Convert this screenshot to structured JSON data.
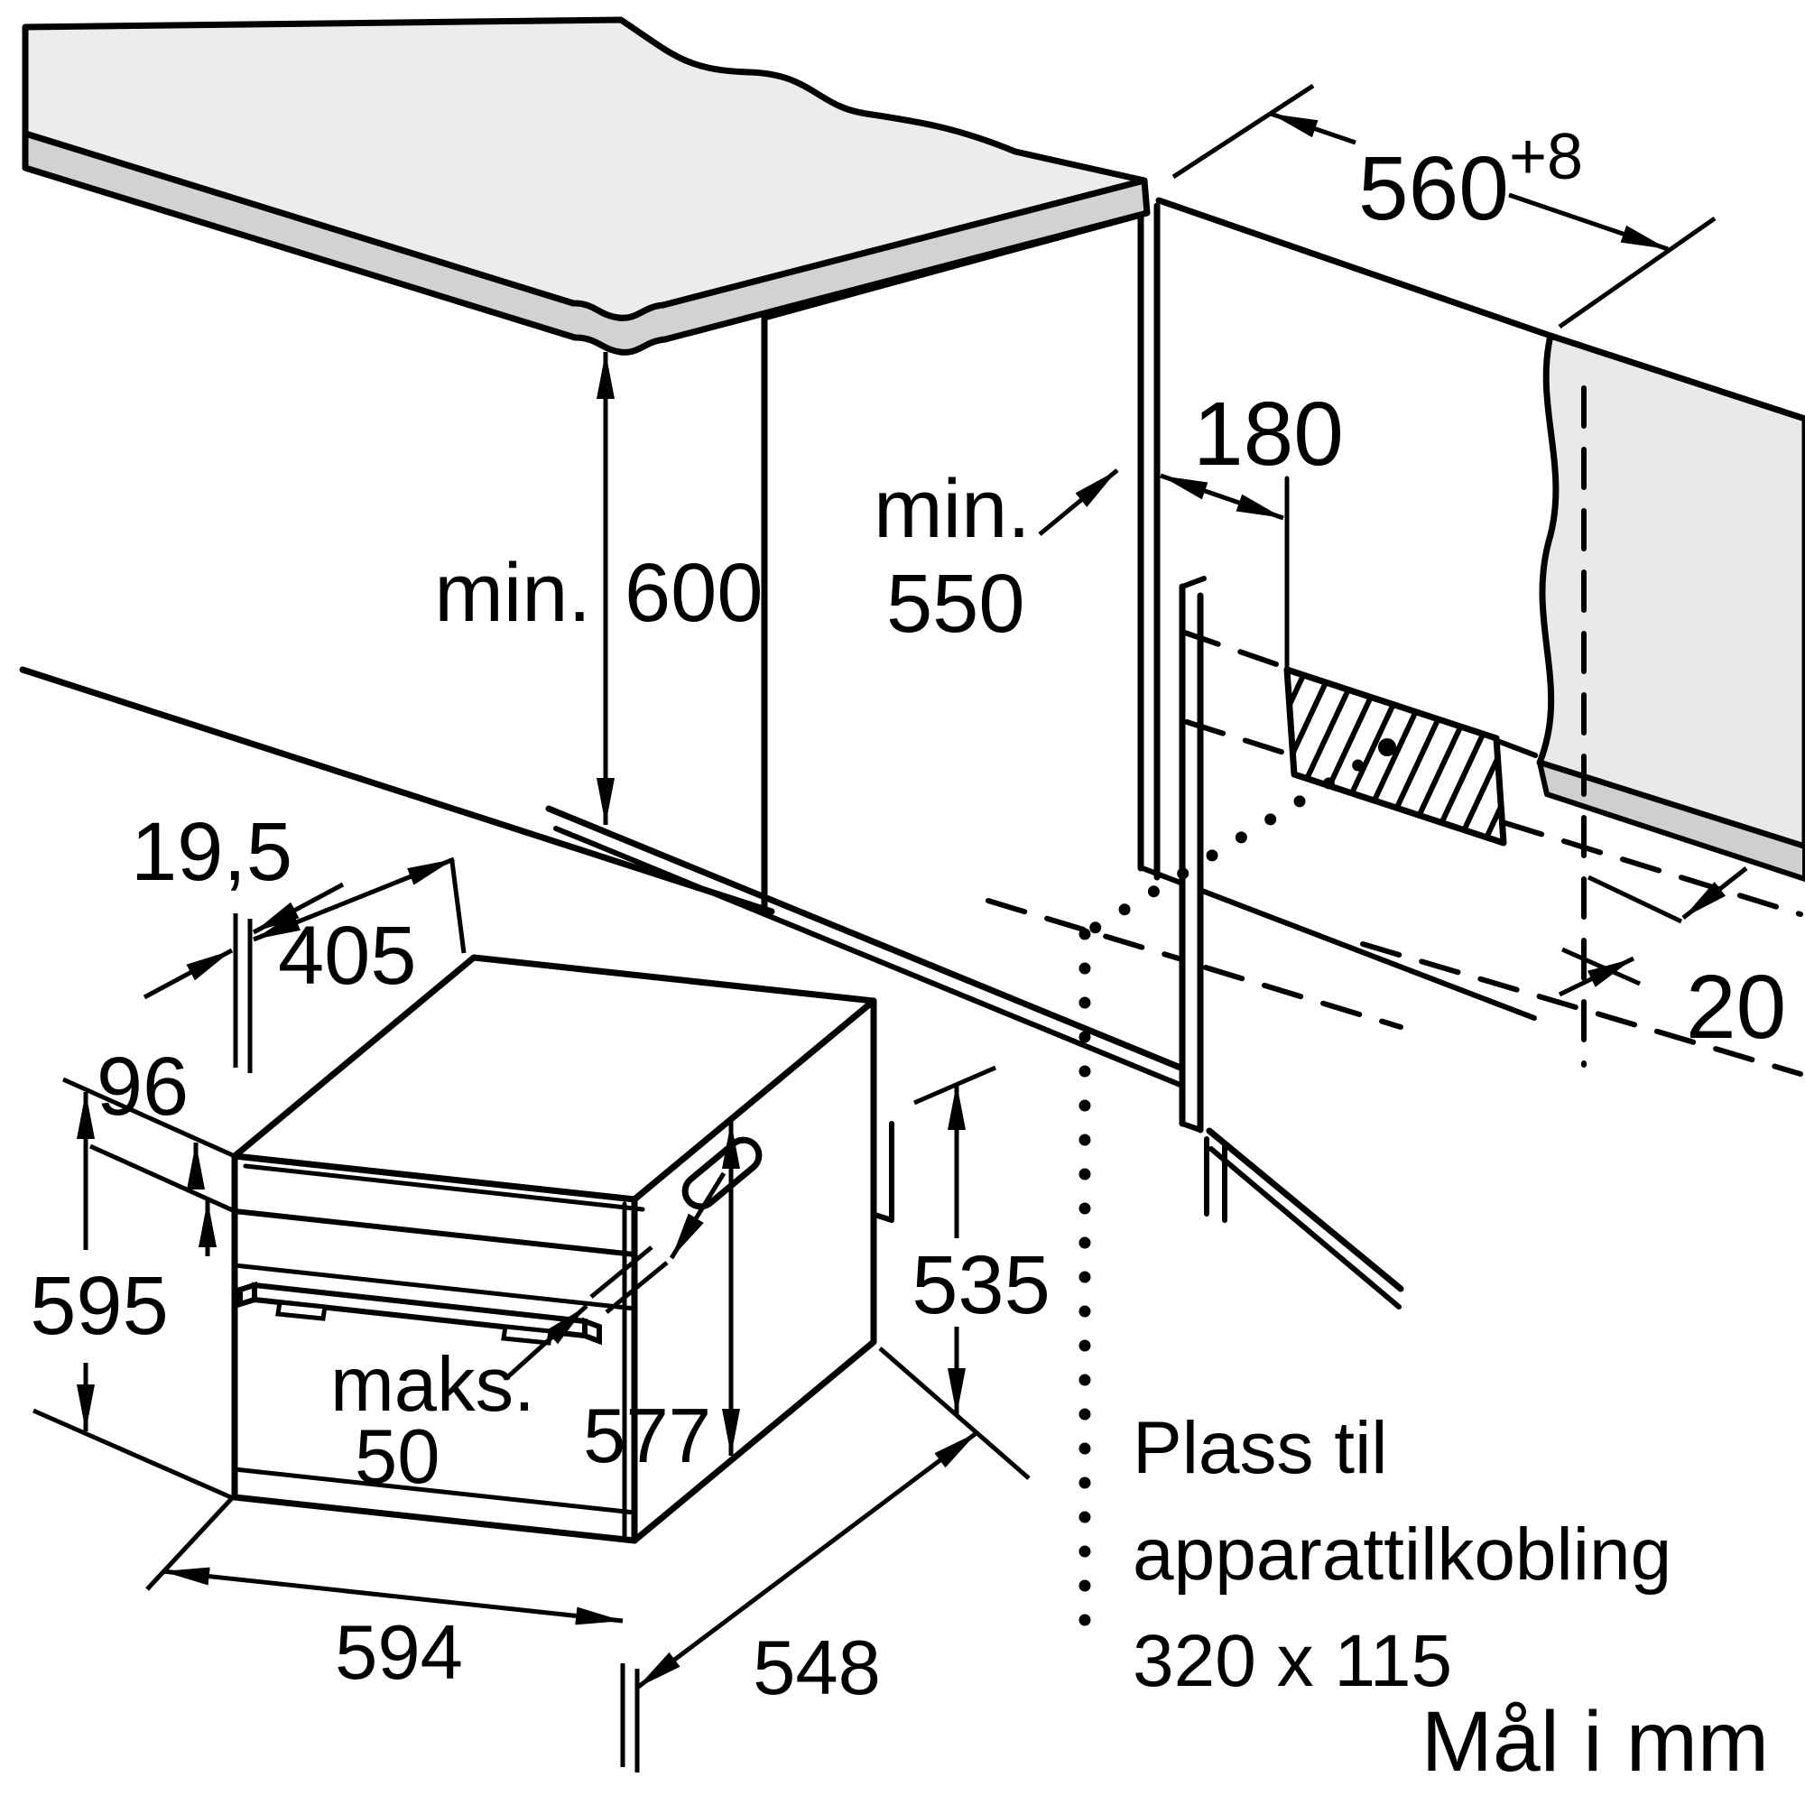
{
  "drawing": {
    "units_note": "Mål i mm",
    "connection_note": {
      "line1": "Plass til",
      "line2": "apparattilkobling",
      "line3": "320 x 115"
    },
    "colors": {
      "line": "#000000",
      "counter_top": "#ececec",
      "counter_edge": "#d2d2d2",
      "wall": "#e9e9e9",
      "wall_edge": "#cfcfcf",
      "background": "#ffffff"
    }
  },
  "dims": {
    "niche_width_value": "560",
    "niche_width_tolerance": "+8",
    "connection_offset": "180",
    "clearance_height_prefix": "min.",
    "clearance_height_value": "600",
    "cabinet_depth_prefix": "min.",
    "cabinet_depth_value": "550",
    "rear_gap": "20",
    "trim_gap": "19,5",
    "top_recess_depth": "405",
    "panel_height": "96",
    "front_height": "595",
    "handle_clearance_prefix": "maks.",
    "handle_clearance_value": "50",
    "body_height": "577",
    "rear_height": "535",
    "oven_width": "594",
    "oven_depth": "548"
  }
}
